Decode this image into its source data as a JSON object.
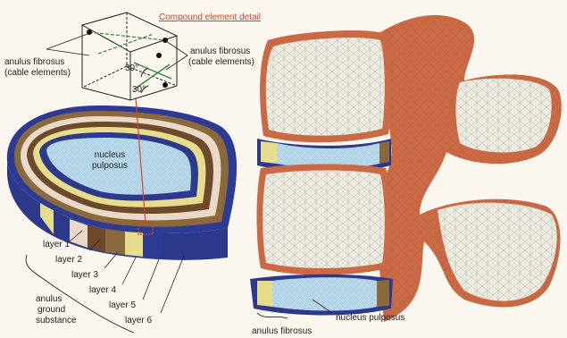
{
  "title": "Compound element detail",
  "labels": {
    "anulus_fibrosus_left": [
      "anulus fibrosus",
      "(cable elements)"
    ],
    "anulus_fibrosus_right": [
      "anulus fibrosus",
      "(cable elements)"
    ],
    "angle_upper": "30°",
    "angle_lower": "30°",
    "nucleus": [
      "nucleus",
      "pulposus"
    ],
    "layers": [
      "layer 1",
      "layer 2",
      "layer 3",
      "layer 4",
      "layer 5",
      "layer 6"
    ],
    "anulus_ground": [
      "anulus",
      "ground",
      "substance"
    ],
    "bottom_anulus": "anulus fibrosus",
    "bottom_nucleus": "nucleus pulposus"
  },
  "colors": {
    "bone_orange": "#c96a45",
    "bone_dark": "#a5502f",
    "cancellous": "#ececdf",
    "nucleus": "#b8d8ea",
    "layer_colors": [
      "#2d3a8c",
      "#e7dc8c",
      "#6d4a2c",
      "#ead9c6",
      "#8a6a3c",
      "#2e3b94"
    ],
    "title_red": "#d0462a"
  }
}
